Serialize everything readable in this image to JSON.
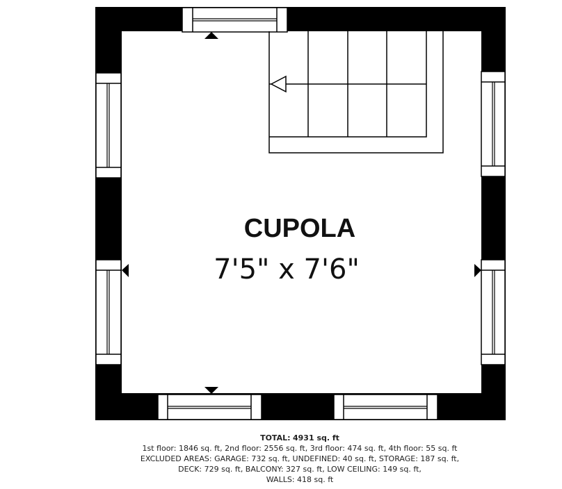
{
  "room": {
    "name": "CUPOLA",
    "dimensions": "7'5\" x 7'6\""
  },
  "summary": {
    "total_label": "TOTAL:",
    "total_value": "4931 sq. ft",
    "floors_line": "1st floor: 1846 sq. ft, 2nd floor: 2556 sq. ft, 3rd floor: 474 sq. ft, 4th floor: 55 sq. ft",
    "excluded_line_1": "EXCLUDED AREAS: GARAGE: 732 sq. ft, UNDEFINED: 40 sq. ft, STORAGE: 187 sq. ft,",
    "excluded_line_2": "DECK: 729 sq. ft, BALCONY: 327 sq. ft, LOW CEILING: 149 sq. ft,",
    "walls_line": "WALLS: 418 sq. ft"
  }
}
